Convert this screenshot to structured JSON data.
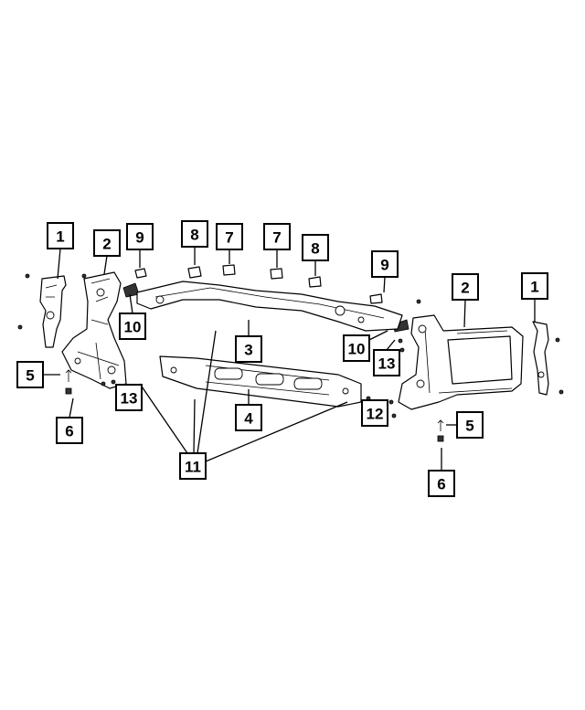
{
  "diagram": {
    "type": "exploded parts diagram",
    "callouts": [
      "1",
      "2",
      "9",
      "8",
      "7",
      "7",
      "8",
      "9",
      "2",
      "1",
      "10",
      "3",
      "10",
      "13",
      "5",
      "13",
      "4",
      "12",
      "5",
      "6",
      "11",
      "6"
    ]
  }
}
